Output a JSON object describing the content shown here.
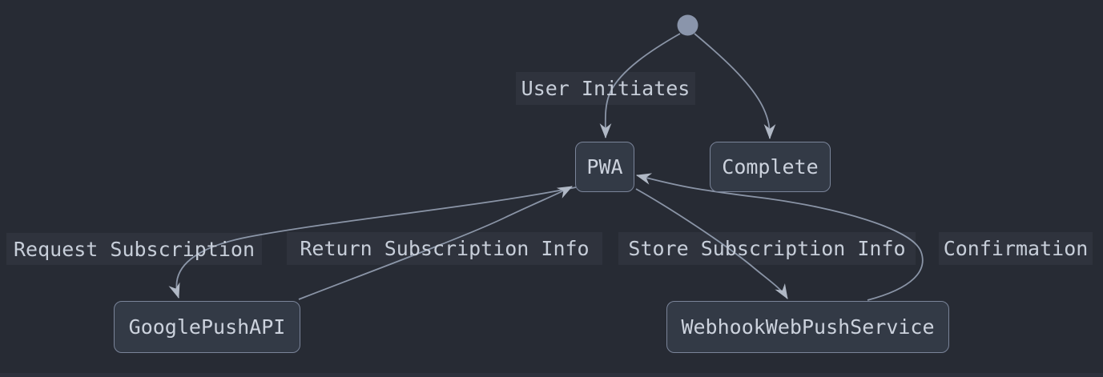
{
  "diagram": {
    "type": "state-diagram",
    "start_state": "initial-state-filled-circle",
    "nodes": [
      {
        "id": "pwa",
        "label": "PWA"
      },
      {
        "id": "complete",
        "label": "Complete"
      },
      {
        "id": "google_push_api",
        "label": "GooglePushAPI"
      },
      {
        "id": "webhook_web_push_service",
        "label": "WebhookWebPushService"
      }
    ],
    "edges": [
      {
        "from": "start",
        "to": "PWA",
        "label": "User Initiates"
      },
      {
        "from": "start",
        "to": "Complete",
        "label": ""
      },
      {
        "from": "PWA",
        "to": "GooglePushAPI",
        "label": "Request Subscription"
      },
      {
        "from": "GooglePushAPI",
        "to": "PWA",
        "label": "Return Subscription Info"
      },
      {
        "from": "PWA",
        "to": "WebhookWebPushService",
        "label": "Store Subscription Info"
      },
      {
        "from": "WebhookWebPushService",
        "to": "PWA",
        "label": "Confirmation"
      }
    ],
    "colors": {
      "background": "#272b34",
      "node_fill": "#333a46",
      "node_border": "#7a8499",
      "node_text": "#ccd2dd",
      "edge_stroke": "#8a94a6",
      "arrowhead": "#b0b8c5",
      "start_circle": "#8a95ab",
      "label_text": "#c7ced9",
      "bottom_strip": "#2d313c"
    }
  }
}
